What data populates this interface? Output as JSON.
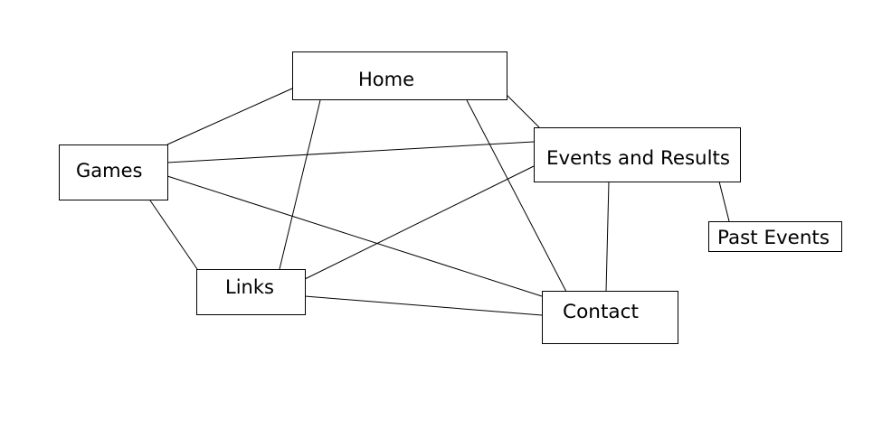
{
  "nodes": {
    "home": "Home",
    "games": "Games",
    "events": "Events and Results",
    "past_events": "Past Events",
    "links": "Links",
    "contact": "Contact"
  },
  "edges": [
    [
      "home",
      "games"
    ],
    [
      "home",
      "events"
    ],
    [
      "home",
      "links"
    ],
    [
      "home",
      "contact"
    ],
    [
      "games",
      "events"
    ],
    [
      "games",
      "links"
    ],
    [
      "games",
      "contact"
    ],
    [
      "events",
      "links"
    ],
    [
      "events",
      "contact"
    ],
    [
      "events",
      "past_events"
    ],
    [
      "links",
      "contact"
    ]
  ],
  "colors": {
    "stroke": "#000000",
    "background": "#ffffff"
  }
}
